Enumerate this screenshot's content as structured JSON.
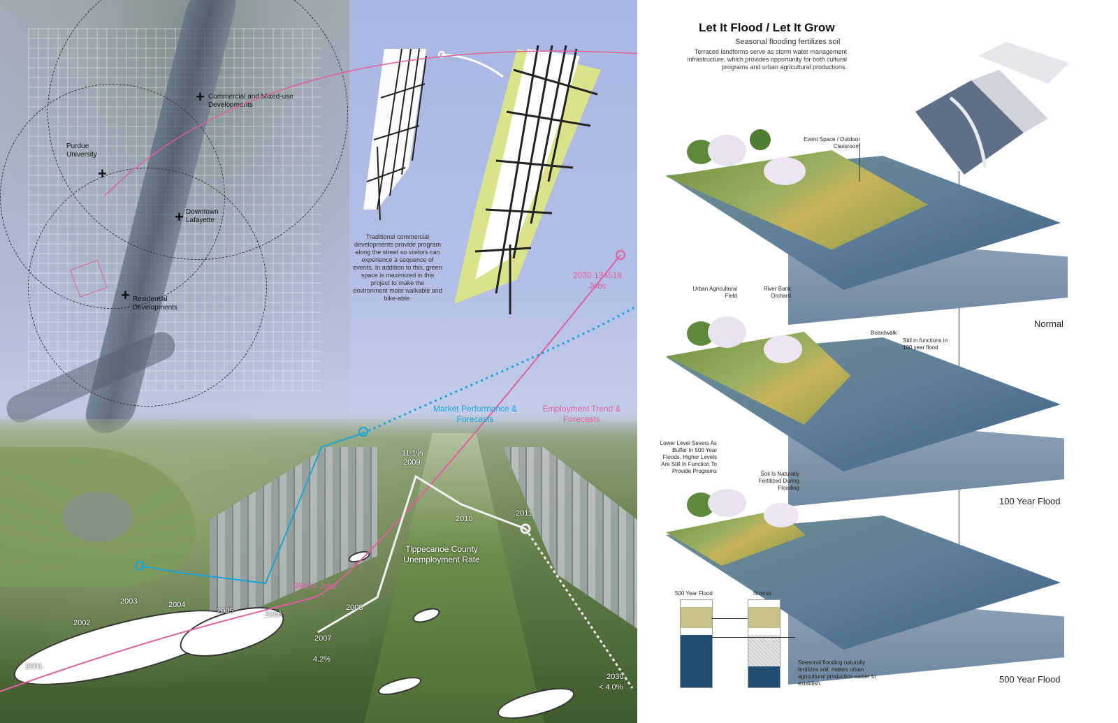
{
  "title": "Let It Flood / Let It Grow",
  "subtitle": "Seasonal flooding fertilizes soil",
  "description": "Terraced landforms serve as storm water management infrastructure, which provides opportunity for  both cultural programs and urban agricultural productions.",
  "map_labels": {
    "commercial": "Commercial and Mixed-use Developments",
    "purdue": "Purdue University",
    "downtown": "Downtown Lafayette",
    "residential": "Residential Developments"
  },
  "diagram_text": "Traditional commercial developments provide program along the street so visitors can experience  a sequence of events. In addition to this, green space is maximized in this project to make the environment more walkable and bike-able.",
  "charts": {
    "market_label": "Market Performance & Forecasts",
    "employment_label": "Employment Trend & Forecasts",
    "employment_2030": "2030 134518 Jobs",
    "employment_2006_jobs": "99554 Jobs",
    "unemployment_title": "Tippecanoe County Unemployment Rate",
    "unemployment_points": [
      {
        "year": "2009",
        "value": "11.1%"
      },
      {
        "year": "2010",
        "value": ""
      },
      {
        "year": "2011",
        "value": ""
      },
      {
        "year": "2008",
        "value": ""
      },
      {
        "year": "2007",
        "value": "4.2%"
      },
      {
        "year": "2030",
        "value": "< 4.0%"
      }
    ],
    "years": [
      "2001",
      "2002",
      "2003",
      "2004",
      "2005",
      "2006"
    ]
  },
  "section_labels": {
    "event_space": "Event Space / Outdoor Classroom",
    "urban_field": "Urban Agricultural Field",
    "orchard": "River Bank Orchard",
    "boardwalk": "Boardwalk",
    "still_functions": "Still in functions in 100 year flood",
    "lower_level": "Lower Level Severs As Buffer In 500 Year Floods. Higher Levels Are Still In Function To Provide Programs",
    "soil": "Soil Is Naturally Fertilized During Flooding"
  },
  "states": {
    "normal": "Normal",
    "flood100": "100 Year Flood",
    "flood500": "500 Year Flood"
  },
  "mini": {
    "flood500": "500 Year Flood",
    "normal": "Normal",
    "note": "Seasonal flooding naturally fertilizes soil, makes urban agricultural production easier to establish."
  },
  "colors": {
    "pink": "#e0609c",
    "cyan": "#1aa3d6",
    "white_line": "#ffffff",
    "water": "#3f6184"
  }
}
